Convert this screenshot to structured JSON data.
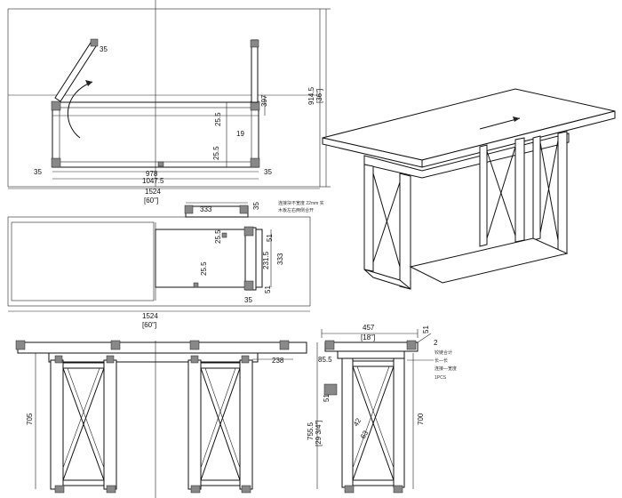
{
  "top_view": {
    "dims": {
      "d35_hinge": "35",
      "d397": "397",
      "d25_5_a": "25.5",
      "d19": "19",
      "d25_5_b": "25.5",
      "d35_left": "35",
      "d35_right": "35",
      "d978": "978",
      "d1047": "1047.5",
      "d1524": "1524",
      "d1524_in": "[60\"]",
      "d914": "914.5",
      "d914_in": "[36\"]"
    }
  },
  "middle_view": {
    "dims": {
      "d333_top": "333",
      "d35": "35",
      "d25_5_a": "25.5",
      "d51_a": "51",
      "d231": "231.5",
      "d333_side": "333",
      "d25_5_b": "25.5",
      "d51_b": "51",
      "d35_b": "35",
      "d1524": "1524",
      "d1524_in": "[60\"]"
    },
    "note_lines": [
      "连接块不宽度 22mm 实",
      "木板左右两侧合开"
    ]
  },
  "front_view": {
    "dims": {
      "d238": "238",
      "d705": "705"
    }
  },
  "side_view": {
    "dims": {
      "d457": "457",
      "d457_in": "[18\"]",
      "d51_top": "51",
      "d2": "2",
      "d85": "85.5",
      "d51_mid": "51",
      "d755": "755.5",
      "d755_in": "[29 3/4\"]",
      "d700": "700",
      "d42": "42",
      "d63": "63"
    },
    "note_lines": [
      "铰链合计",
      "长—长",
      "连接—宽度",
      "1PCS"
    ]
  }
}
